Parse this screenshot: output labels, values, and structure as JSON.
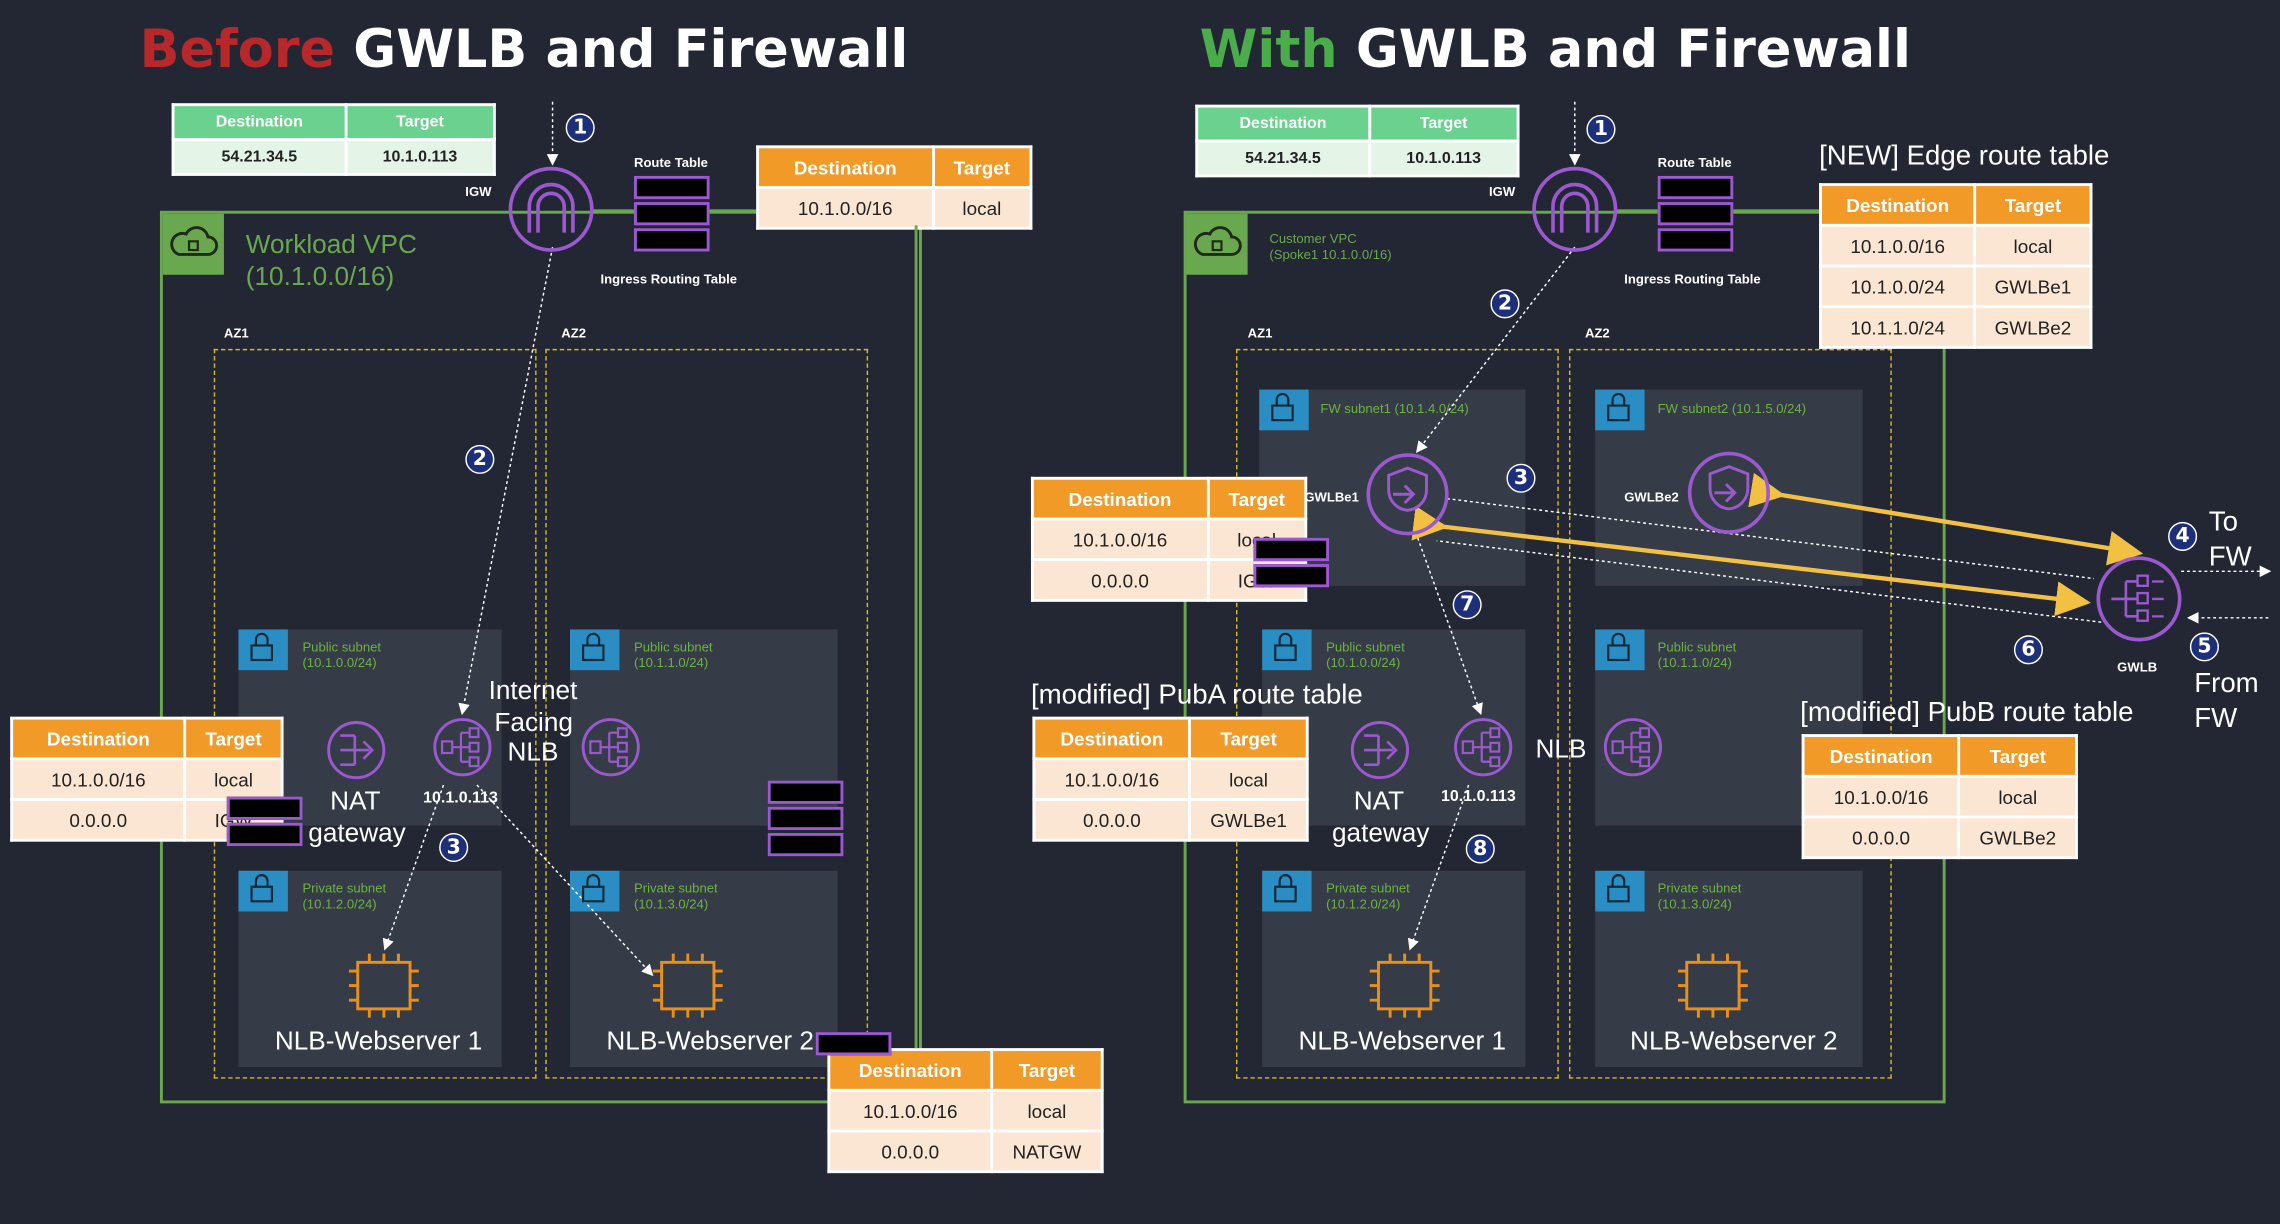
{
  "left": {
    "title_prefix": "Before",
    "title_rest": " GWLB and Firewall",
    "vpc_name": "Workload VPC",
    "vpc_cidr": "(10.1.0.0/16)",
    "az1": "AZ1",
    "az2": "AZ2",
    "igw_label": "IGW",
    "route_table_label": "Route Table",
    "ingress_label": "Ingress Routing Table",
    "igw_table": {
      "headers": [
        "Destination",
        "Target"
      ],
      "rows": [
        [
          "54.21.34.5",
          "10.1.0.113"
        ]
      ]
    },
    "ingress_table": {
      "headers": [
        "Destination",
        "Target"
      ],
      "rows": [
        [
          "10.1.0.0/16",
          "local"
        ]
      ]
    },
    "pub_table": {
      "headers": [
        "Destination",
        "Target"
      ],
      "rows": [
        [
          "10.1.0.0/16",
          "local"
        ],
        [
          "0.0.0.0",
          "IGW"
        ]
      ]
    },
    "priv_table": {
      "headers": [
        "Destination",
        "Target"
      ],
      "rows": [
        [
          "10.1.0.0/16",
          "local"
        ],
        [
          "0.0.0.0",
          "NATGW"
        ]
      ]
    },
    "public_subnet_a": [
      "Public subnet",
      "(10.1.0.0/24)"
    ],
    "public_subnet_b": [
      "Public  subnet",
      "(10.1.1.0/24)"
    ],
    "private_subnet_a": [
      "Private subnet",
      "(10.1.2.0/24)"
    ],
    "private_subnet_b": [
      "Private  subnet",
      "(10.1.3.0/24)"
    ],
    "nat_label_1": "NAT",
    "nat_label_2": "gateway",
    "nlb_label_1": "Internet",
    "nlb_label_2": "Facing",
    "nlb_label_3": "NLB",
    "nlb_ip": "10.1.0.113",
    "server1": "NLB-Webserver 1",
    "server2": "NLB-Webserver 2",
    "steps": [
      "1",
      "2",
      "3"
    ]
  },
  "right": {
    "title_prefix": "With",
    "title_rest": " GWLB and Firewall",
    "vpc_name": "Customer VPC",
    "vpc_cidr": "(Spoke1 10.1.0.0/16)",
    "az1": "AZ1",
    "az2": "AZ2",
    "igw_label": "IGW",
    "route_table_label": "Route Table",
    "ingress_label": "Ingress Routing Table",
    "igw_table": {
      "headers": [
        "Destination",
        "Target"
      ],
      "rows": [
        [
          "54.21.34.5",
          "10.1.0.113"
        ]
      ]
    },
    "edge_title": "[NEW] Edge route table",
    "edge_table": {
      "headers": [
        "Destination",
        "Target"
      ],
      "rows": [
        [
          "10.1.0.0/16",
          "local"
        ],
        [
          "10.1.0.0/24",
          "GWLBe1"
        ],
        [
          "10.1.1.0/24",
          "GWLBe2"
        ]
      ]
    },
    "fw_table": {
      "headers": [
        "Destination",
        "Target"
      ],
      "rows": [
        [
          "10.1.0.0/16",
          "local"
        ],
        [
          "0.0.0.0",
          "IGW"
        ]
      ]
    },
    "puba_title": "[modified] PubA route table",
    "puba_table": {
      "headers": [
        "Destination",
        "Target"
      ],
      "rows": [
        [
          "10.1.0.0/16",
          "local"
        ],
        [
          "0.0.0.0",
          "GWLBe1"
        ]
      ]
    },
    "pubb_title": "[modified] PubB route table",
    "pubb_table": {
      "headers": [
        "Destination",
        "Target"
      ],
      "rows": [
        [
          "10.1.0.0/16",
          "local"
        ],
        [
          "0.0.0.0",
          "GWLBe2"
        ]
      ]
    },
    "fw_subnet1": "FW subnet1 (10.1.4.0/24)",
    "fw_subnet2": "FW  subnet2 (10.1.5.0/24)",
    "gwlbe1": "GWLBe1",
    "gwlbe2": "GWLBe2",
    "gwlb": "GWLB",
    "to_fw_1": "To",
    "to_fw_2": "FW",
    "from_fw_1": "From",
    "from_fw_2": "FW",
    "public_subnet_a": [
      "Public subnet",
      "(10.1.0.0/24)"
    ],
    "public_subnet_b": [
      "Public  subnet",
      "(10.1.1.0/24)"
    ],
    "private_subnet_a": [
      "Private subnet",
      "(10.1.2.0/24)"
    ],
    "private_subnet_b": [
      "Private  subnet",
      "(10.1.3.0/24)"
    ],
    "nat_label_1": "NAT",
    "nat_label_2": "gateway",
    "nlb_label": "NLB",
    "nlb_ip": "10.1.0.113",
    "server1": "NLB-Webserver 1",
    "server2": "NLB-Webserver 2",
    "steps": [
      "1",
      "2",
      "3",
      "4",
      "5",
      "6",
      "7",
      "8"
    ]
  },
  "colors": {
    "vpc_border": "#6aa84f",
    "az_border": "#d6b62b",
    "icon_purple": "#9b59d0",
    "flow_yellow": "#f2c144",
    "table_header": "#f29a27",
    "title_red": "#b8282a",
    "title_green": "#4aac4a"
  }
}
